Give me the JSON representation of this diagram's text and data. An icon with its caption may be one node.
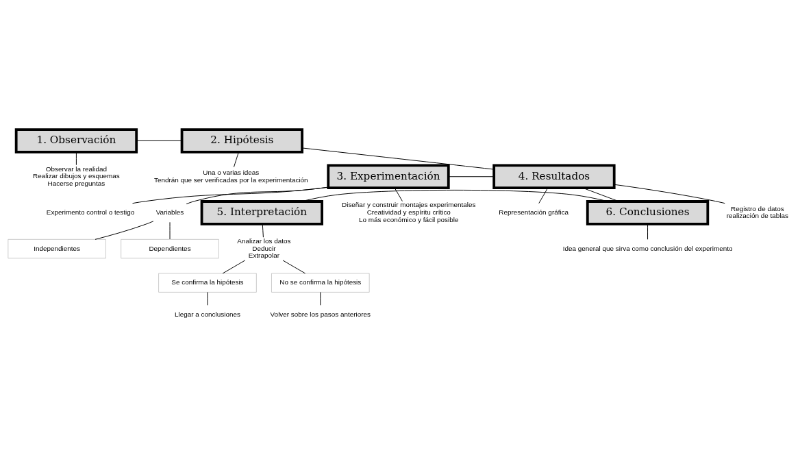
{
  "diagram": {
    "nodes": [
      {
        "text": [
          "1. Observación"
        ]
      },
      {
        "text": [
          "2. Hipótesis"
        ]
      },
      {
        "text": [
          "3. Experimentación"
        ]
      },
      {
        "text": [
          "4. Resultados"
        ]
      },
      {
        "text": [
          "5. Interpretación"
        ]
      },
      {
        "text": [
          "6. Conclusiones"
        ]
      },
      {
        "text": [
          "Observar la realidad",
          "Realizar dibujos y esquemas",
          "Hacerse preguntas"
        ]
      },
      {
        "text": [
          "Una o varias ideas",
          "Tendrán que ser verificadas por la experimentación"
        ]
      },
      {
        "text": [
          "Diseñar y construir montajes experimentales",
          "Creatividad y espíritu crítico",
          "Lo más económico y fácil posible"
        ]
      },
      {
        "text": [
          "Experimento control o testigo"
        ]
      },
      {
        "text": [
          "Variables"
        ]
      },
      {
        "text": [
          "Independientes"
        ]
      },
      {
        "text": [
          "Dependientes"
        ]
      },
      {
        "text": [
          "Registro de datos",
          "realización de tablas"
        ]
      },
      {
        "text": [
          "Representación gráfica"
        ]
      },
      {
        "text": [
          "Analizar los datos",
          "Deducir",
          "Extrapolar"
        ]
      },
      {
        "text": [
          "Se confirma la hipótesis"
        ]
      },
      {
        "text": [
          "No se confirma la hipótesis"
        ]
      },
      {
        "text": [
          "Llegar a conclusiones"
        ]
      },
      {
        "text": [
          "Volver sobre los pasos anteriores"
        ]
      },
      {
        "text": [
          "Idea general que sirva como conclusión del experimento"
        ]
      }
    ],
    "edges": [
      {
        "from": 0,
        "to": 1,
        "arrow": "none"
      },
      {
        "from": 2,
        "to": 3,
        "arrow": "none"
      },
      {
        "from": 4,
        "to": 5,
        "arrow": "none"
      },
      {
        "from": 1,
        "to": 3,
        "arrow": "none"
      },
      {
        "from": 3,
        "to": 5,
        "arrow": "none"
      },
      {
        "from": 0,
        "to": 6,
        "arrow": "none"
      },
      {
        "from": 1,
        "to": 7,
        "arrow": "none"
      },
      {
        "from": 2,
        "to": 8,
        "arrow": "none"
      },
      {
        "from": 2,
        "to": 9,
        "arrow": "none"
      },
      {
        "from": 2,
        "to": 10,
        "arrow": "none"
      },
      {
        "from": 10,
        "to": 11,
        "arrow": "none"
      },
      {
        "from": 10,
        "to": 12,
        "arrow": "none"
      },
      {
        "from": 3,
        "to": 13,
        "arrow": "none"
      },
      {
        "from": 3,
        "to": 14,
        "arrow": "none"
      },
      {
        "from": 4,
        "to": 15,
        "arrow": "none"
      },
      {
        "from": 15,
        "to": 16,
        "arrow": "none"
      },
      {
        "from": 15,
        "to": 17,
        "arrow": "none"
      },
      {
        "from": 16,
        "to": 18,
        "arrow": "none"
      },
      {
        "from": 17,
        "to": 19,
        "arrow": "none"
      },
      {
        "from": 5,
        "to": 20,
        "arrow": "none"
      }
    ]
  }
}
